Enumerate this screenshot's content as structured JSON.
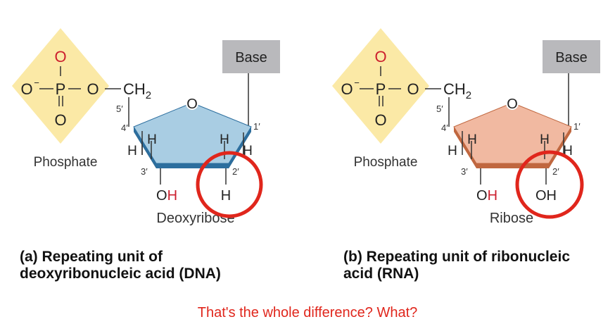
{
  "colors": {
    "phosphate_fill": "#fbe9a6",
    "dna_sugar_fill": "#a9cde3",
    "dna_sugar_edge": "#2c6e9e",
    "rna_sugar_fill": "#f1b9a1",
    "rna_sugar_edge": "#c0673f",
    "base_box": "#b9b9bc",
    "oxygen_red": "#cc1f2e",
    "highlight_circle": "#e0261c",
    "note_text": "#e0261c"
  },
  "phosphate": {
    "o_top": "O",
    "o_minus": "O",
    "minus": "−",
    "p": "P",
    "o_link": "O",
    "o_bottom": "O",
    "ch2": "CH",
    "ch2_sub": "2",
    "label": "Phosphate"
  },
  "sugar": {
    "ring_o": "O",
    "pos_5": "5′",
    "pos_4": "4′",
    "pos_3": "3′",
    "pos_2": "2′",
    "pos_1": "1′",
    "h": "H",
    "o_of_oh": "O",
    "h_of_oh": "H"
  },
  "base_label": "Base",
  "dna": {
    "c2_substituent": "H",
    "sugar_name": "Deoxyribose",
    "caption_line1": "(a) Repeating unit of",
    "caption_line2": "deoxyribonucleic acid (DNA)"
  },
  "rna": {
    "c2_substituent": "OH",
    "sugar_name": "Ribose",
    "caption_line1": "(b) Repeating unit of ribonucleic",
    "caption_line2": "acid (RNA)"
  },
  "note": "That's the whole difference? What?"
}
